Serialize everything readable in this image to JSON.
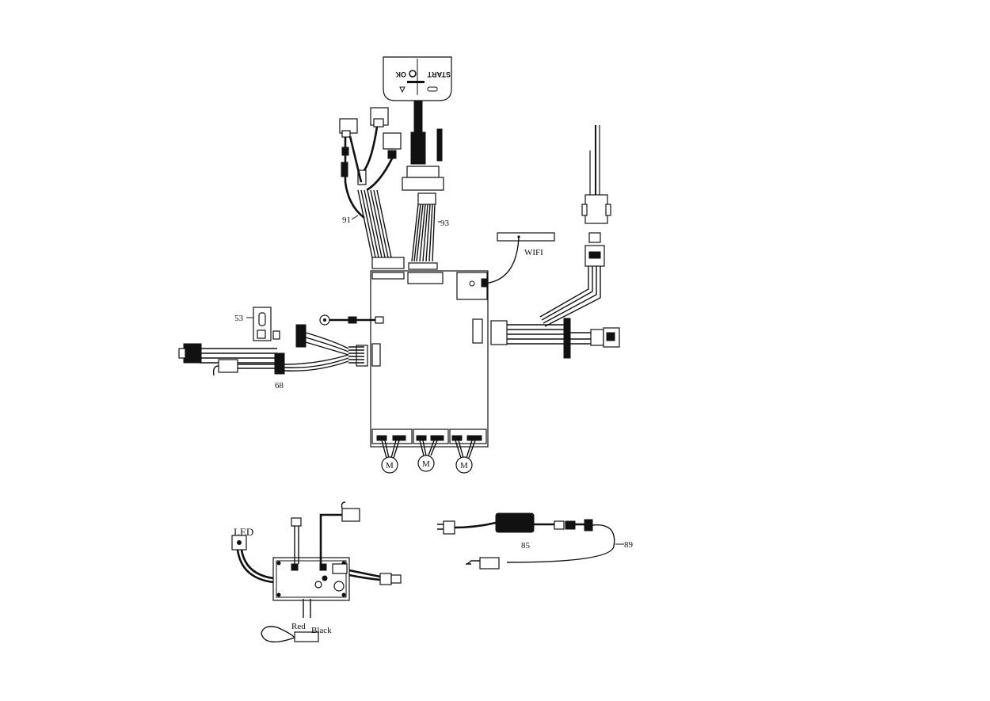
{
  "diagram": {
    "control_panel": {
      "left_text": "OK",
      "right_text": "START"
    },
    "labels": {
      "wifi": "WIFI",
      "part_91": "91",
      "part_93": "93",
      "part_53": "53",
      "part_68": "68",
      "part_85": "85",
      "part_89": "89",
      "led": "LED",
      "red": "Red",
      "black": "Black"
    },
    "motors": [
      "M",
      "M",
      "M"
    ]
  }
}
